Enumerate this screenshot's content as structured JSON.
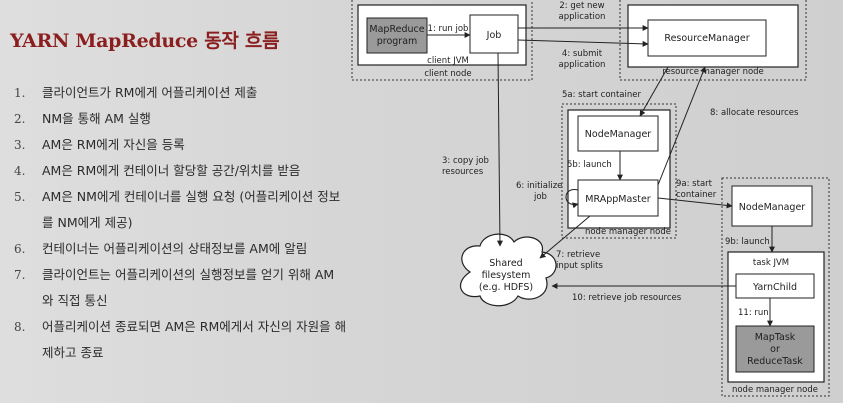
{
  "slide": {
    "title": "YARN MapReduce 동작 흐름",
    "steps": [
      {
        "num": "1.",
        "text": "클라이언트가 RM에게 어플리케이션 제출"
      },
      {
        "num": "2.",
        "text": "NM을 통해 AM 실행"
      },
      {
        "num": "3.",
        "text": "AM은 RM에게 자신을 등록"
      },
      {
        "num": "4.",
        "text": "AM은 RM에게 컨테이너 할당할 공간/위치를 받음"
      },
      {
        "num": "5.",
        "text": "AM은 NM에게 컨테이너를 실행 요청 (어플리케이션 정보",
        "cont": "를 NM에게 제공)"
      },
      {
        "num": "6.",
        "text": "컨테이너는 어플리케이션의 상태정보를 AM에 알림"
      },
      {
        "num": "7.",
        "text": "클라이언트는 어플리케이션의 실행정보를 얻기 위해 AM",
        "cont": "와 직접 통신"
      },
      {
        "num": "8.",
        "text": "어플리케이션 종료되면 AM은 RM에게서 자신의 자원을 해",
        "cont": "제하고 종료"
      }
    ]
  },
  "diagram": {
    "mapreduce_program": [
      "MapReduce",
      "program"
    ],
    "job": "Job",
    "client_jvm": "client JVM",
    "client_node": "client node",
    "resource_manager": "ResourceManager",
    "resource_manager_node": "resource manager node",
    "node_manager_1": "NodeManager",
    "mr_app_master": "MRAppMaster",
    "node_manager_node_1": "node manager node",
    "node_manager_2": "NodeManager",
    "task_jvm": "task JVM",
    "yarn_child": "YarnChild",
    "map_task": [
      "MapTask",
      "or",
      "ReduceTask"
    ],
    "node_manager_node_2": "node manager node",
    "shared_fs": [
      "Shared",
      "filesystem",
      "(e.g. HDFS)"
    ],
    "steps": {
      "run_job": "1: run job",
      "get_new_app": [
        "2: get new",
        "application"
      ],
      "copy_job_resources": [
        "3: copy job",
        "resources"
      ],
      "submit_app": [
        "4: submit",
        "application"
      ],
      "start_container_5a": "5a: start container",
      "launch_5b": "5b: launch",
      "initialize_job": [
        "6: initialize",
        "job"
      ],
      "retrieve_input_splits": [
        "7: retrieve",
        "input splits"
      ],
      "allocate_resources": "8: allocate resources",
      "start_container_9a": [
        "9a: start",
        "container"
      ],
      "launch_9b": "9b: launch",
      "retrieve_job_resources": "10: retrieve job resources",
      "run_11": "11: run"
    }
  },
  "colors": {
    "title": "#8b1e1e",
    "box_fill": "#ffffff",
    "dark_box_fill": "#9a9a9a",
    "line": "#222222"
  }
}
